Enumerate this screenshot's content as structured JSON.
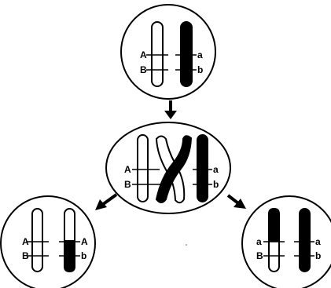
{
  "colors": {
    "stroke": "#000000",
    "background": "#ffffff",
    "dark_chromatid": "#000000",
    "light_chromatid": "#ffffff"
  },
  "top_cell": {
    "left_chromosome": {
      "upper": "A",
      "lower": "B"
    },
    "right_chromosome": {
      "upper": "a",
      "lower": "b"
    }
  },
  "middle_cell": {
    "left_chromosome": {
      "upper": "A",
      "lower": "B"
    },
    "right_chromosome": {
      "upper": "a",
      "lower": "b"
    }
  },
  "bottom_left_cell": {
    "left_chromosome": {
      "upper": "A",
      "lower": "B"
    },
    "right_chromosome": {
      "upper": "A",
      "lower": "b"
    }
  },
  "bottom_right_cell": {
    "left_chromosome": {
      "upper": "a",
      "lower": "B"
    },
    "right_chromosome": {
      "upper": "a",
      "lower": "b"
    }
  }
}
